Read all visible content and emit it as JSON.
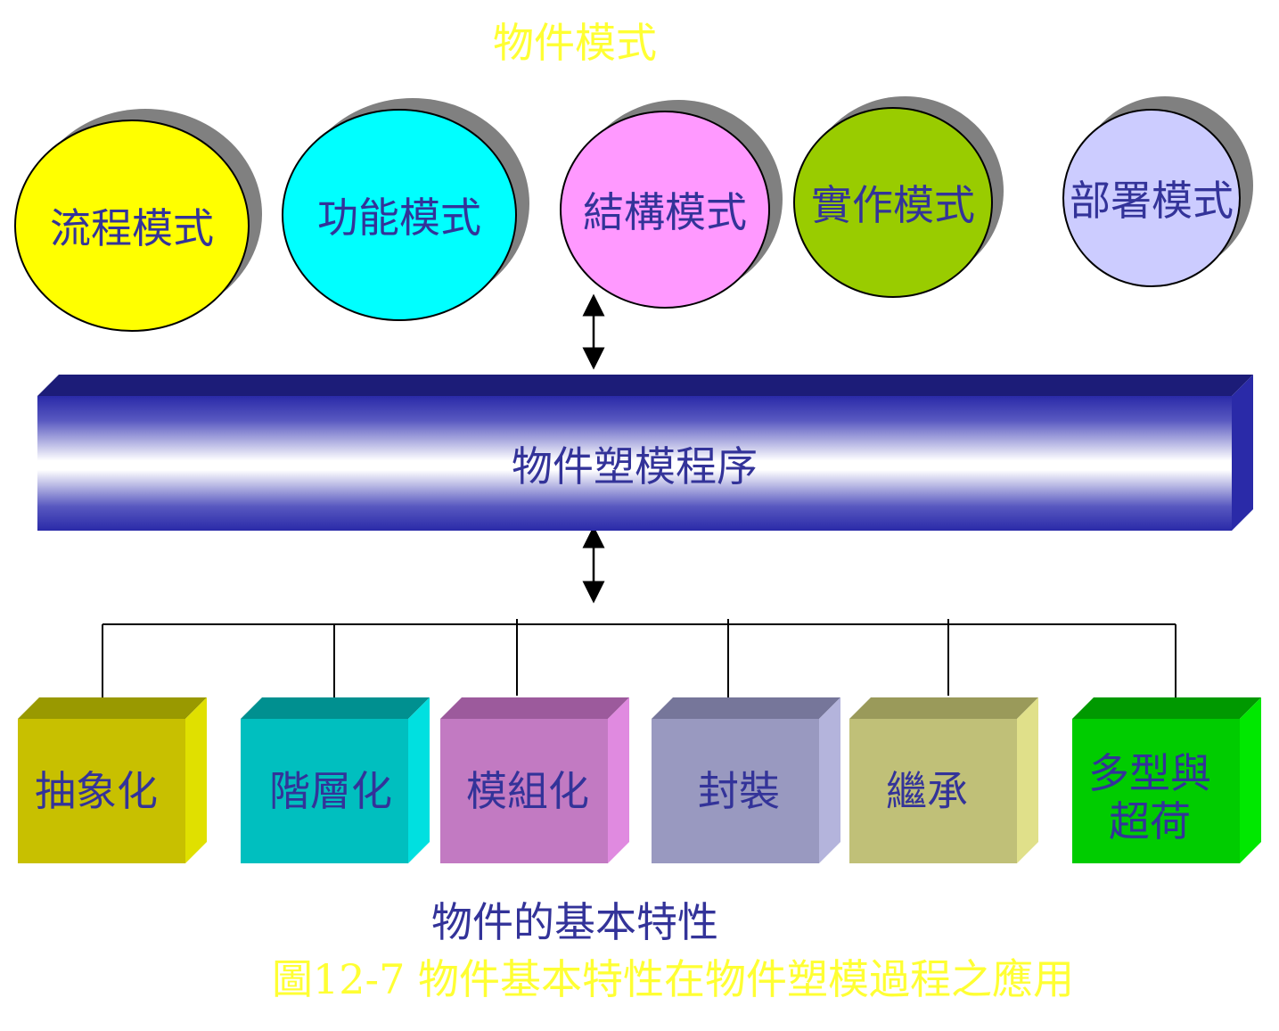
{
  "top_label": "物件模式",
  "models": [
    {
      "label": "流程模式",
      "color": "#ffff00"
    },
    {
      "label": "功能模式",
      "color": "#00ffff"
    },
    {
      "label": "結構模式",
      "color": "#ff99ff"
    },
    {
      "label": "實作模式",
      "color": "#99cc00"
    },
    {
      "label": "部署模式",
      "color": "#ccccff"
    }
  ],
  "process_bar": {
    "label": "物件塑模程序"
  },
  "properties": [
    {
      "label": "抽象化",
      "color": "#c8c000"
    },
    {
      "label": "階層化",
      "color": "#00bfbf"
    },
    {
      "label": "模組化",
      "color": "#c27ac2"
    },
    {
      "label": "封裝",
      "color": "#9999c0"
    },
    {
      "label": "繼承",
      "color": "#c0c078"
    },
    {
      "label": "多型與超荷",
      "color": "#00cc00"
    }
  ],
  "bottom_label": "物件的基本特性",
  "figure_caption": "圖12-7 物件基本特性在物件塑模過程之應用"
}
